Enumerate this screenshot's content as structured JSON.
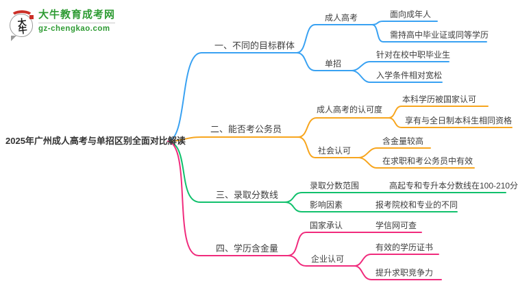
{
  "logo": {
    "mark": "大牛",
    "site_name": "大牛教育成考网",
    "site_url": "gz-chengkao.com"
  },
  "colors": {
    "brand_green": "#2e9b33",
    "logo_red": "#cb2f27",
    "text_dark": "#3d3d3d",
    "branch1_blue": "#38a1f2",
    "branch2_orange": "#f7a51d",
    "branch3_green": "#10c06c",
    "branch4_pink": "#f02a7c"
  },
  "title": "2025年广州成人高考与单招区别全面对比解读",
  "mindmap": {
    "branches": [
      {
        "label": "一、不同的目标群体",
        "color": "#38a1f2",
        "children": [
          {
            "label": "成人高考",
            "leaves": [
              "面向成年人",
              "需持高中毕业证或同等学历"
            ]
          },
          {
            "label": "单招",
            "leaves": [
              "针对在校中职毕业生",
              "入学条件相对宽松"
            ]
          }
        ]
      },
      {
        "label": "二、能否考公务员",
        "color": "#f7a51d",
        "children": [
          {
            "label": "成人高考的认可度",
            "leaves": [
              "本科学历被国家认可",
              "享有与全日制本科生相同资格"
            ]
          },
          {
            "label": "社会认可",
            "leaves": [
              "含金量较高",
              "在求职和考公务员中有效"
            ]
          }
        ]
      },
      {
        "label": "三、录取分数线",
        "color": "#10c06c",
        "children": [
          {
            "label": "录取分数范围",
            "leaves": [
              "高起专和专升本分数线在100-210分"
            ]
          },
          {
            "label": "影响因素",
            "leaves": [
              "报考院校和专业的不同"
            ]
          }
        ]
      },
      {
        "label": "四、学历含金量",
        "color": "#f02a7c",
        "children": [
          {
            "label": "国家承认",
            "leaves": [
              "学信网可查"
            ]
          },
          {
            "label": "企业认可",
            "leaves": [
              "有效的学历证书",
              "提升求职竞争力"
            ]
          }
        ]
      }
    ]
  }
}
